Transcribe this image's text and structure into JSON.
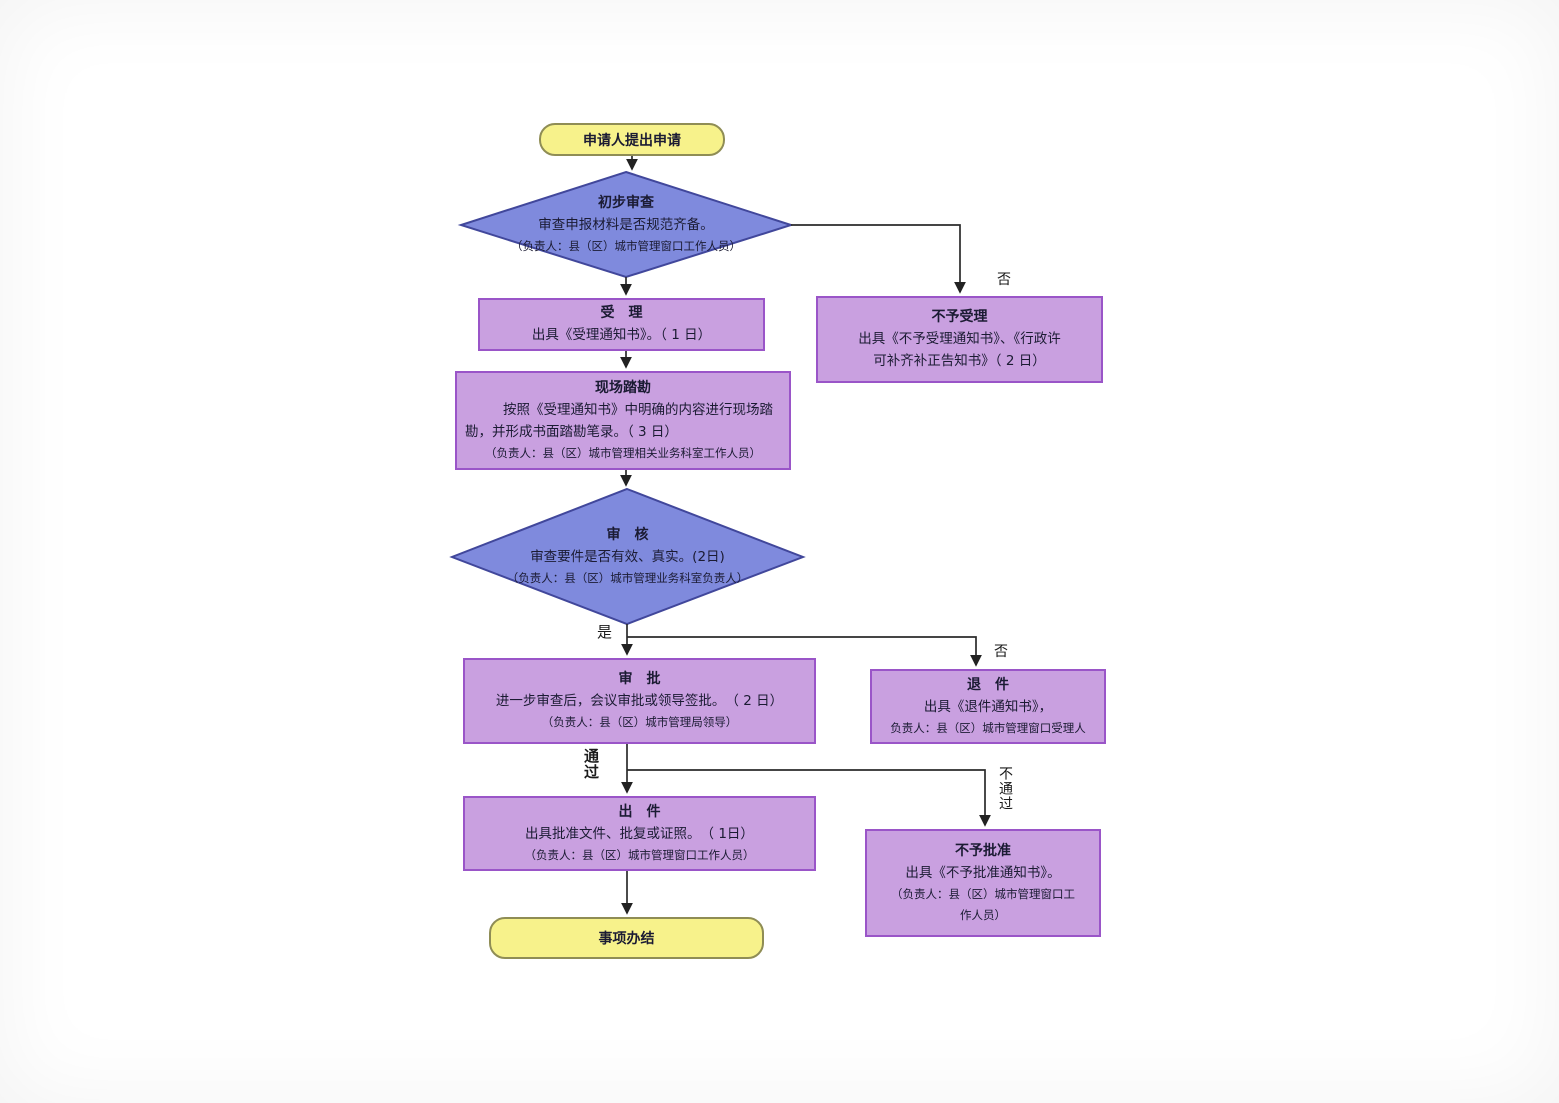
{
  "colors": {
    "terminal_fill": "#f7f28b",
    "terminal_stroke": "#8f8d55",
    "process_fill": "#c9a0e0",
    "process_stroke": "#9a55c8",
    "decision_fill": "#7f8add",
    "decision_stroke": "#41479b",
    "connector": "#2b2b2b"
  },
  "nodes": {
    "start": {
      "label": "申请人提出申请"
    },
    "prelim": {
      "title": "初步审查",
      "lines": [
        "审查申报材料是否规范齐备。",
        "（负责人：县（区）城市管理窗口工作人员）"
      ]
    },
    "accept": {
      "title": "受　理",
      "lines": [
        "出具《受理通知书》。（ 1 日）"
      ]
    },
    "no_accept": {
      "title": "不予受理",
      "lines": [
        "出具《不予受理通知书》、《行政许",
        "可补齐补正告知书》（ 2 日）"
      ]
    },
    "survey": {
      "title": "现场踏勘",
      "lines": [
        "按照《受理通知书》中明确的内容进行现场踏",
        "勘，并形成书面踏勘笔录。（ 3 日）",
        "（负责人：县（区）城市管理相关业务科室工作人员）"
      ]
    },
    "review": {
      "title": "审　核",
      "lines": [
        "审查要件是否有效、真实。(2日)",
        "（负责人：县（区）城市管理业务科室负责人）"
      ]
    },
    "approve": {
      "title": "审　批",
      "lines": [
        "进一步审查后，会议审批或领导签批。　（ 2 日）",
        "（负责人：县（区）城市管理局领导）"
      ]
    },
    "return": {
      "title": "退　件",
      "lines": [
        "出具《退件通知书》，",
        "负责人：县（区）城市管理窗口受理人"
      ]
    },
    "issue": {
      "title": "出　件",
      "lines": [
        "出具批准文件、批复或证照。　（ 1日）",
        "（负责人：县（区）城市管理窗口工作人员）"
      ]
    },
    "no_approve": {
      "title": "不予批准",
      "lines": [
        "出具《不予批准通知书》。",
        "（负责人：县（区）城市管理窗口工",
        "作人员）"
      ]
    },
    "end": {
      "label": "事项办结"
    }
  },
  "edge_labels": {
    "no1": "否",
    "yes": "是",
    "no2": "否",
    "pass": "通过",
    "fail": "不通过"
  }
}
